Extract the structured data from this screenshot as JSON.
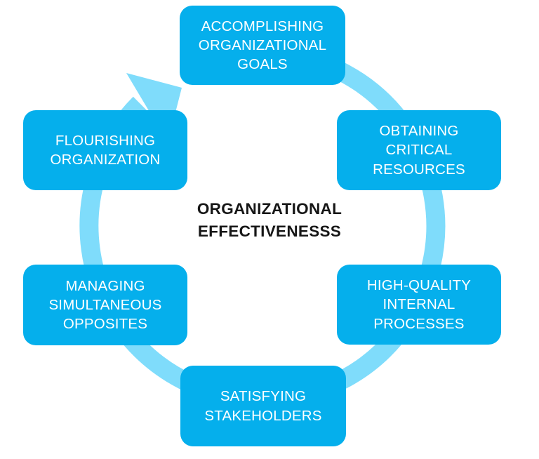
{
  "diagram": {
    "title": "ORGANIZATIONAL EFFECTIVENESSS",
    "center": {
      "line1": "ORGANIZATIONAL",
      "line2": "EFFECTIVENESSS"
    },
    "colors": {
      "node_fill": "#05AFEC",
      "node_text": "#FFFFFF",
      "ring": "#7FDCFB",
      "center_text": "#161616",
      "background": "#FFFFFF"
    },
    "ring": {
      "shape": "circular-arrow",
      "direction": "clockwise",
      "arrowhead_position": "top-left-pointing-up-right",
      "icon": "circular-arrow-icon"
    },
    "nodes": [
      {
        "id": "accomplishing-organizational-goals",
        "label": "ACCOMPLISHING\nORGANIZATIONAL\nGOALS",
        "position": "top"
      },
      {
        "id": "obtaining-critical-resources",
        "label": "OBTAINING\nCRITICAL\nRESOURCES",
        "position": "right-upper"
      },
      {
        "id": "high-quality-internal-processes",
        "label": "HIGH-QUALITY\nINTERNAL\nPROCESSES",
        "position": "right-lower"
      },
      {
        "id": "satisfying-stakeholders",
        "label": "SATISFYING\nSTAKEHOLDERS",
        "position": "bottom"
      },
      {
        "id": "managing-simultaneous-opposites",
        "label": "MANAGING\nSIMULTANEOUS\nOPPOSITES",
        "position": "left-lower"
      },
      {
        "id": "flourishing-organization",
        "label": "FLOURISHING\nORGANIZATION",
        "position": "left-upper"
      }
    ]
  }
}
